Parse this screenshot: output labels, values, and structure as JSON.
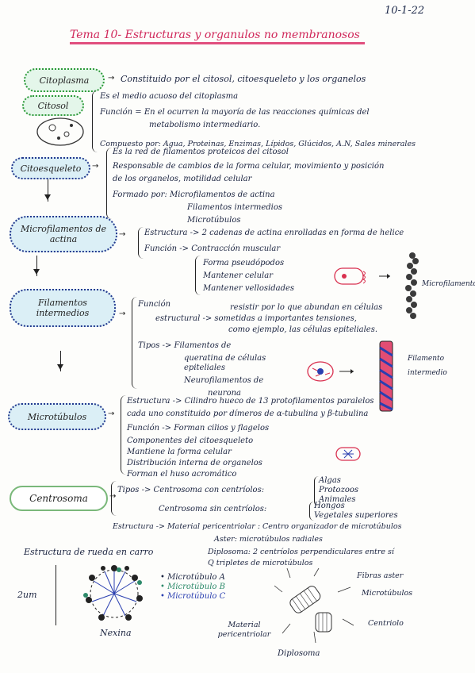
{
  "header": {
    "date": "10-1-22",
    "title": "Tema 10- Estructuras y organulos no membranosos"
  },
  "citoplasma": {
    "label": "Citoplasma",
    "text": "Constituido por el citosol, citoesqueleto y los organelos"
  },
  "citosol": {
    "label": "Citosol",
    "lines": [
      "Es el medio acuoso del citoplasma",
      "Función = En el ocurren la mayoría de las reacciones químicas del",
      "metabolismo intermediario.",
      "Compuesto por: Agua, Proteinas, Enzimas, Lípidos, Glúcidos, A.N, Sales minerales"
    ]
  },
  "citoesqueleto": {
    "label": "Citoesqueleto",
    "lines": [
      "Es la red de filamentos proteicos del citosol",
      "Responsable de cambios de la forma celular, movimiento y posición",
      "de los organelos, motilidad celular",
      "Formado por: Microfilamentos de actina",
      "Filamentos intermedios",
      "Microtúbulos"
    ]
  },
  "microfilamentos": {
    "label": "Microfilamentos de actina",
    "lines": [
      "Estructura -> 2 cadenas de actina enrolladas en forma de helice",
      "Función -> Contracción muscular",
      "Forma pseudópodos",
      "Mantener celular",
      "Mantener vellosidades"
    ],
    "figure_label": "Microfilamento"
  },
  "filamentos": {
    "label": "Filamentos intermedios",
    "lines": [
      "Función",
      "resistir por lo que abundan en células",
      "estructural -> sometidas a importantes tensiones,",
      "como ejemplo, las células epiteliales.",
      "Tipos -> Filamentos de",
      "queratina de células",
      "epiteliales",
      "Neurofilamentos de",
      "neurona"
    ],
    "figure_label": "Filamento intermedio"
  },
  "microtubulos": {
    "label": "Microtúbulos",
    "lines": [
      "Estructura -> Cilindro hueco de 13 protofilamentos paralelos",
      "cada uno constituido por dímeros de α-tubulina y β-tubulina",
      "Función -> Forman cilios y flagelos",
      "Componentes del citoesqueleto",
      "Mantiene la forma celular",
      "Distribución interna de organelos",
      "Forman el huso acromático"
    ]
  },
  "centrosoma": {
    "label": "Centrosoma",
    "lines": [
      "Tipos -> Centrosoma con centríolos:",
      "Algas",
      "Protozoos",
      "Animales",
      "Centrosoma sin centríolos:",
      "Hongos",
      "Vegetales superiores",
      "Estructura -> Material pericentriolar : Centro organizador de microtúbulos",
      "Aster: microtúbulos radiales",
      "Diplosoma: 2 centríolos perpendiculares entre sí",
      "Q tripletes de microtúbulos"
    ]
  },
  "figure": {
    "title": "Estructura de rueda en carro",
    "scale": "2um",
    "nexina": "Nexina",
    "legend": [
      "Microtúbulo A",
      "Microtúbulo B",
      "Microtúbulo C"
    ],
    "legend_colors": [
      "#1a1a1a",
      "#2d8a6a",
      "#2a3fb0"
    ],
    "diplosoma_labels": [
      "Fibras aster",
      "Microtúbulos",
      "Centriolo",
      "Material pericentriolar",
      "Diplosoma"
    ]
  }
}
